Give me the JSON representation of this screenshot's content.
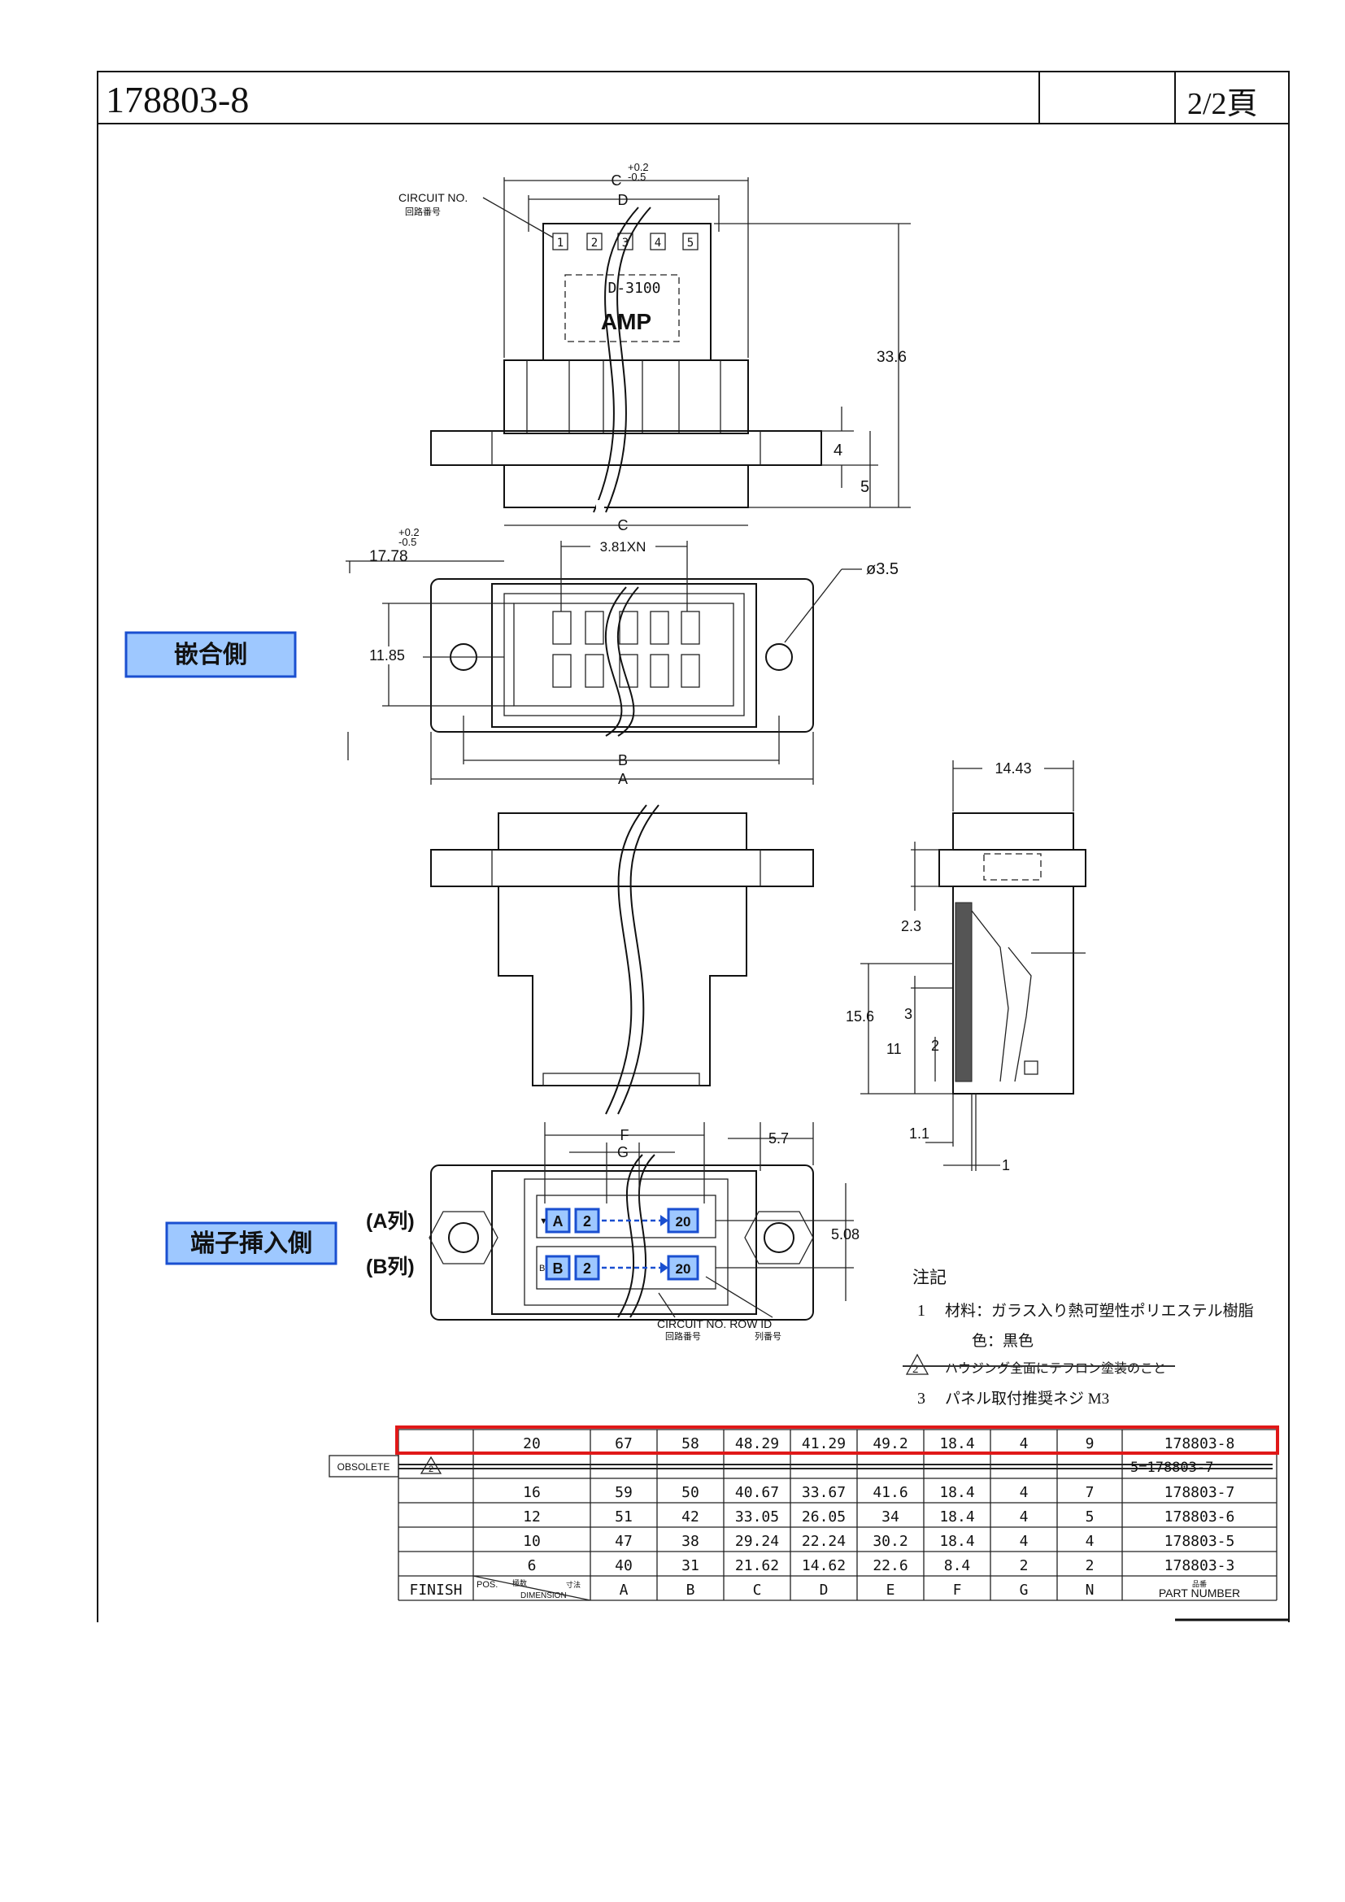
{
  "header": {
    "part_number": "178803-8",
    "page": "2/2頁"
  },
  "labels": {
    "mating_side": "嵌合側",
    "terminal_side": "端子挿入側",
    "row_a": "(A列)",
    "row_b": "(B列)",
    "circuit_no": "CIRCUIT  NO.",
    "circuit_no_jp": "回路番号",
    "circuit_row_id": "CIRCUIT  NO. ROW  ID",
    "circuit_row_jp1": "回路番号",
    "circuit_row_jp2": "列番号",
    "amp_mark": "AMP",
    "d_mark": "D-3100",
    "circuit_digits": [
      "1",
      "2",
      "3",
      "4",
      "5"
    ],
    "chip_a": "A",
    "chip_b": "B",
    "chip_2": "2",
    "chip_20": "20",
    "tri_mark": "▼",
    "b_mark": "B"
  },
  "dimensions": {
    "c_tol": "+0.2\n-0.5",
    "d": "D",
    "c": "C",
    "c2": "C",
    "h33": "33.6",
    "h4": "4",
    "h5": "5",
    "w1778": "17.78",
    "w1778_tol": "+0.2\n-0.5",
    "pitch": "3.81XN",
    "hole": "ø3.5",
    "h1185": "11.85",
    "b": "B",
    "a": "A",
    "w1443": "14.43",
    "h23": "2.3",
    "h156": "15.6",
    "h3": "3",
    "h11": "11",
    "h2": "2",
    "h11b": "1.1",
    "h1": "1",
    "f": "F",
    "g": "G",
    "w57": "5.7",
    "w508": "5.08"
  },
  "notes": {
    "title": "注記",
    "n1_num": "1",
    "n1": "材料：ガラス入り熱可塑性ポリエステル樹脂",
    "n1b": "色：黒色",
    "n2_num": "2",
    "n2": "ハウジング全面にテフロン塗装のこと",
    "n3_num": "3",
    "n3": "パネル取付推奨ネジ M3"
  },
  "table": {
    "obsolete": "OBSOLETE",
    "obsolete_mark": "2",
    "obsolete_part": "5=178803-7",
    "header": {
      "finish": "FINISH",
      "pos": "POS.",
      "pos_jp": "極数",
      "dim_jp": "寸法",
      "dimension": "DIMENSION",
      "cols": [
        "A",
        "B",
        "C",
        "D",
        "E",
        "F",
        "G",
        "N"
      ],
      "part_jp": "品番",
      "part": "PART NUMBER"
    },
    "rows": [
      [
        "20",
        "67",
        "58",
        "48.29",
        "41.29",
        "49.2",
        "18.4",
        "4",
        "9",
        "178803-8"
      ],
      [
        "16",
        "59",
        "50",
        "40.67",
        "33.67",
        "41.6",
        "18.4",
        "4",
        "7",
        "178803-7"
      ],
      [
        "12",
        "51",
        "42",
        "33.05",
        "26.05",
        "34",
        "18.4",
        "4",
        "5",
        "178803-6"
      ],
      [
        "10",
        "47",
        "38",
        "29.24",
        "22.24",
        "30.2",
        "18.4",
        "4",
        "4",
        "178803-5"
      ],
      [
        "6",
        "40",
        "31",
        "21.62",
        "14.62",
        "22.6",
        "8.4",
        "2",
        "2",
        "178803-3"
      ]
    ]
  },
  "colors": {
    "highlight": "#e01818",
    "label_fill": "#9ec8ff",
    "label_border": "#1a4fd0",
    "label_text": "#0a36b8"
  }
}
